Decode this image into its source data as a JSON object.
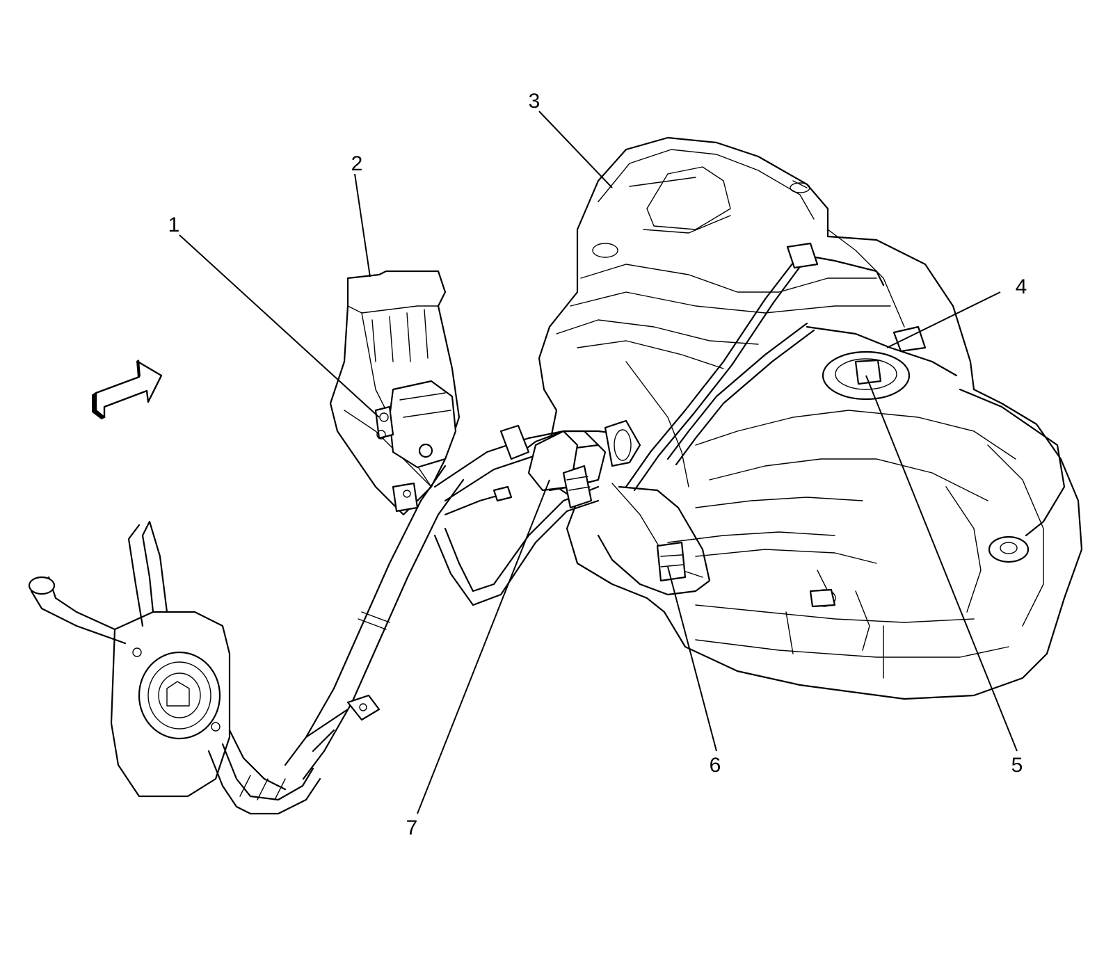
{
  "callouts": [
    {
      "id": "1",
      "label": "1"
    },
    {
      "id": "2",
      "label": "2"
    },
    {
      "id": "3",
      "label": "3"
    },
    {
      "id": "4",
      "label": "4"
    },
    {
      "id": "5",
      "label": "5"
    },
    {
      "id": "6",
      "label": "6"
    },
    {
      "id": "7",
      "label": "7"
    }
  ],
  "icons": {
    "direction_arrow": "forward-direction-arrow-icon"
  }
}
